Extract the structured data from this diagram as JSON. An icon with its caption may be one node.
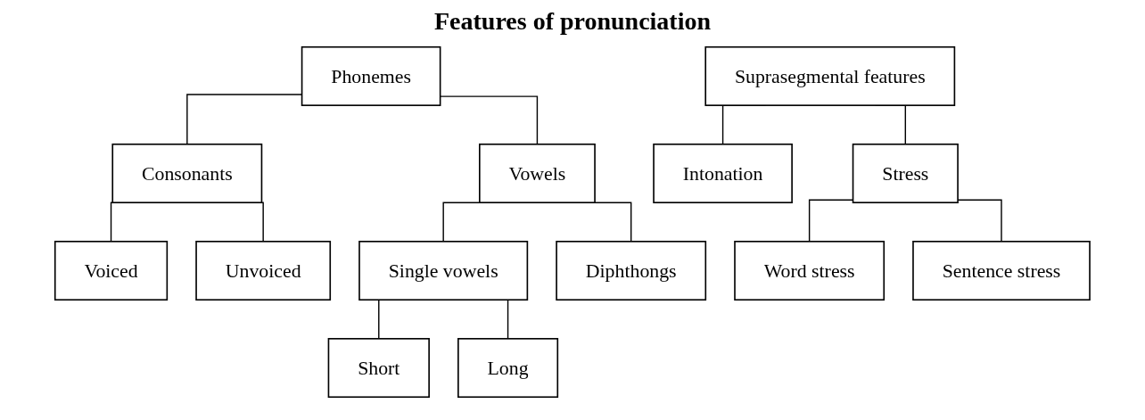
{
  "diagram": {
    "title": "Features of pronunciation",
    "nodes": [
      {
        "text": [
          "Phonemes"
        ]
      },
      {
        "text": [
          "Consonants"
        ]
      },
      {
        "text": [
          "Vowels"
        ]
      },
      {
        "text": [
          "Voiced"
        ]
      },
      {
        "text": [
          "Unvoiced"
        ]
      },
      {
        "text": [
          "Single vowels"
        ]
      },
      {
        "text": [
          "Diphthongs"
        ]
      },
      {
        "text": [
          "Short"
        ]
      },
      {
        "text": [
          "Long"
        ]
      },
      {
        "text": [
          "Suprasegmental features"
        ]
      },
      {
        "text": [
          "Intonation"
        ]
      },
      {
        "text": [
          "Stress"
        ]
      },
      {
        "text": [
          "Word stress"
        ]
      },
      {
        "text": [
          "Sentence stress"
        ]
      }
    ],
    "edges": [
      {
        "from": 0,
        "to": 1,
        "arrow": "none"
      },
      {
        "from": 0,
        "to": 2,
        "arrow": "none"
      },
      {
        "from": 1,
        "to": 3,
        "arrow": "none"
      },
      {
        "from": 1,
        "to": 4,
        "arrow": "none"
      },
      {
        "from": 2,
        "to": 5,
        "arrow": "none"
      },
      {
        "from": 2,
        "to": 6,
        "arrow": "none"
      },
      {
        "from": 5,
        "to": 7,
        "arrow": "none"
      },
      {
        "from": 5,
        "to": 8,
        "arrow": "none"
      },
      {
        "from": 9,
        "to": 10,
        "arrow": "none"
      },
      {
        "from": 9,
        "to": 11,
        "arrow": "none"
      },
      {
        "from": 11,
        "to": 12,
        "arrow": "none"
      },
      {
        "from": 11,
        "to": 13,
        "arrow": "none"
      }
    ]
  }
}
